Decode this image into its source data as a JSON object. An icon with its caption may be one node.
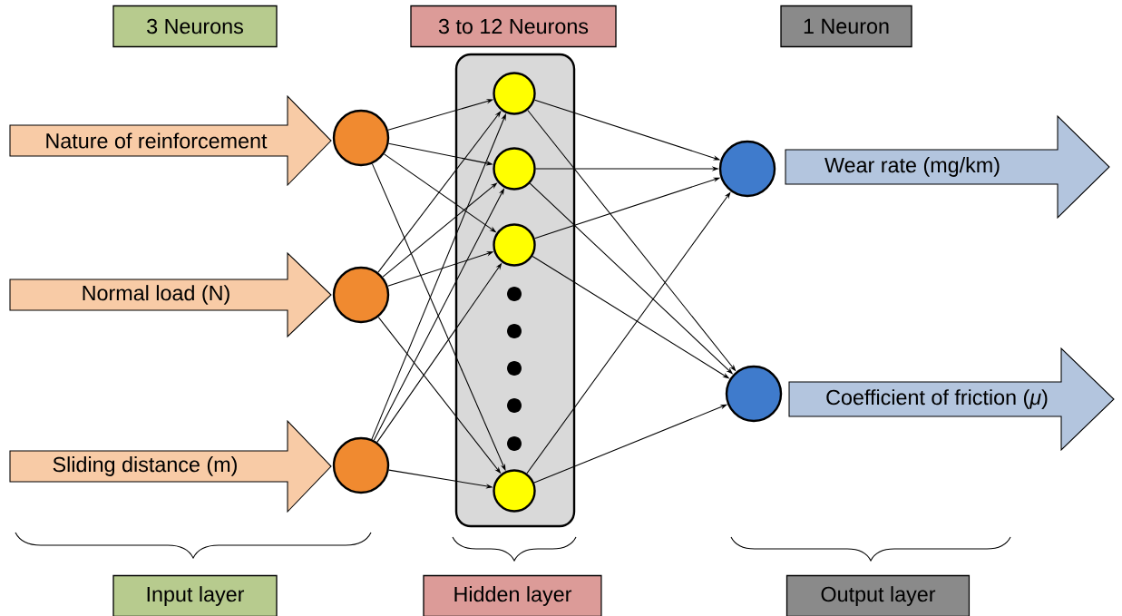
{
  "diagram": {
    "nodes": [
      {
        "text": [
          "3 Neurons"
        ]
      },
      {
        "text": [
          "3 to 12 Neurons"
        ]
      },
      {
        "text": [
          "1 Neuron"
        ]
      },
      {
        "text": [
          "Nature of reinforcement"
        ]
      },
      {
        "text": [
          "Normal load (N)"
        ]
      },
      {
        "text": [
          "Sliding distance (m)"
        ]
      },
      {
        "text": [],
        "shape": "circle"
      },
      {
        "text": [],
        "shape": "circle"
      },
      {
        "text": [],
        "shape": "circle"
      },
      {
        "text": [],
        "shape": "box"
      },
      {
        "text": [],
        "shape": "circle",
        "in": 9
      },
      {
        "text": [],
        "shape": "circle",
        "in": 9
      },
      {
        "text": [],
        "shape": "circle",
        "in": 9
      },
      {
        "text": [],
        "shape": "circle",
        "in": 9
      },
      {
        "text": [],
        "shape": "circle"
      },
      {
        "text": [],
        "shape": "circle"
      },
      {
        "text": [
          "Wear rate (mg/km)"
        ]
      },
      {
        "text": [
          "Coefficient of friction (*μ*)"
        ]
      },
      {
        "text": [
          "Input layer"
        ]
      },
      {
        "text": [
          "Hidden layer"
        ]
      },
      {
        "text": [
          "Output layer"
        ]
      }
    ],
    "edges": [
      {
        "from": 6,
        "to": 10,
        "arrow": "to"
      },
      {
        "from": 6,
        "to": 11,
        "arrow": "to"
      },
      {
        "from": 6,
        "to": 12,
        "arrow": "to"
      },
      {
        "from": 6,
        "to": 13,
        "arrow": "to"
      },
      {
        "from": 7,
        "to": 10,
        "arrow": "to"
      },
      {
        "from": 7,
        "to": 11,
        "arrow": "to"
      },
      {
        "from": 7,
        "to": 12,
        "arrow": "to"
      },
      {
        "from": 7,
        "to": 13,
        "arrow": "to"
      },
      {
        "from": 8,
        "to": 10,
        "arrow": "to"
      },
      {
        "from": 8,
        "to": 11,
        "arrow": "to"
      },
      {
        "from": 8,
        "to": 12,
        "arrow": "to"
      },
      {
        "from": 8,
        "to": 13,
        "arrow": "to"
      },
      {
        "from": 10,
        "to": 14,
        "arrow": "to"
      },
      {
        "from": 10,
        "to": 15,
        "arrow": "to"
      },
      {
        "from": 11,
        "to": 14,
        "arrow": "to"
      },
      {
        "from": 11,
        "to": 15,
        "arrow": "to"
      },
      {
        "from": 12,
        "to": 14,
        "arrow": "to"
      },
      {
        "from": 12,
        "to": 15,
        "arrow": "to"
      },
      {
        "from": 13,
        "to": 14,
        "arrow": "to"
      },
      {
        "from": 13,
        "to": 15,
        "arrow": "to"
      }
    ]
  }
}
